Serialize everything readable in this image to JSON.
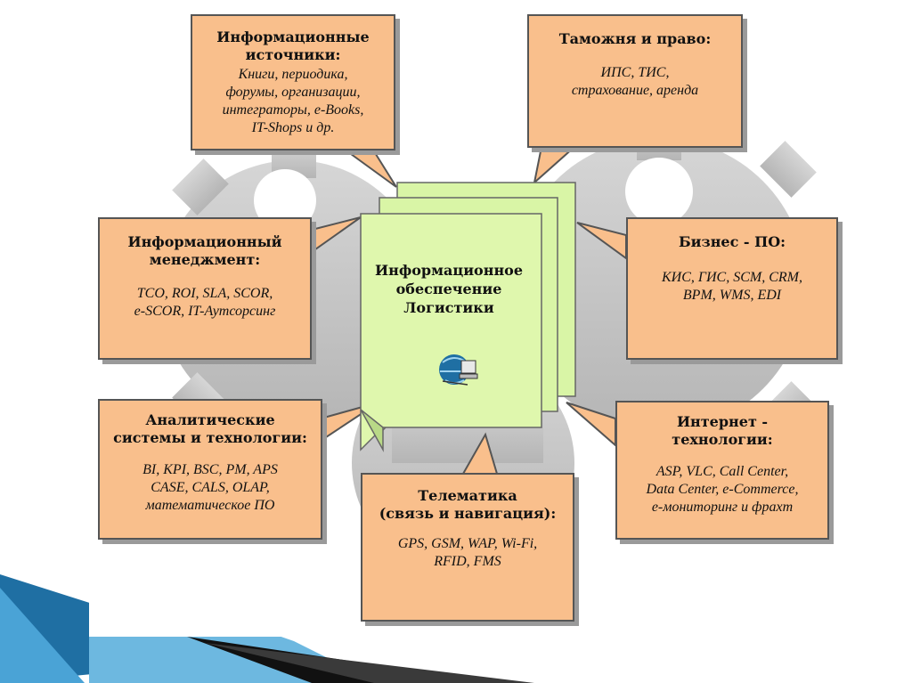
{
  "center": {
    "title": "Информационное\nобеспечение\nЛогистики",
    "icon": "globe-computer-icon"
  },
  "boxes": {
    "info_sources": {
      "title": "Информационные\nисточники:",
      "items": "Книги, периодика,\nфорумы, организации,\nинтеграторы, e-Books,\nIT-Shops и др."
    },
    "customs": {
      "title": "Таможня и право:",
      "items": "ИПС, ТИС,\nстрахование, аренда"
    },
    "info_mgmt": {
      "title": "Информационный\nменеджмент:",
      "items": "TCO, ROI, SLA, SCOR,\ne-SCOR, IT-Аутсорсинг"
    },
    "business": {
      "title": "Бизнес - ПО:",
      "items": "КИС, ГИС, SCM, CRM,\nBPM, WMS, EDI"
    },
    "analytics": {
      "title": "Аналитические\nсистемы и технологии:",
      "items": "BI, KPI, BSC, PM, APS\nCASE, CALS, OLAP,\nматематическое ПО"
    },
    "internet": {
      "title": "Интернет -\nтехнологии:",
      "items": "ASP, VLC, Call Center,\nData Center, e-Commerce,\ne-мониторинг и фрахт"
    },
    "telematics": {
      "title": "Телематика\n(связь и навигация):",
      "items": "GPS, GSM, WAP, Wi-Fi,\nRFID, FMS"
    }
  },
  "colors": {
    "box": "#f9bf8c",
    "document": "#d9f5a6",
    "gear": "#c8c8c8",
    "accent_blue": "#1f6fa3"
  }
}
